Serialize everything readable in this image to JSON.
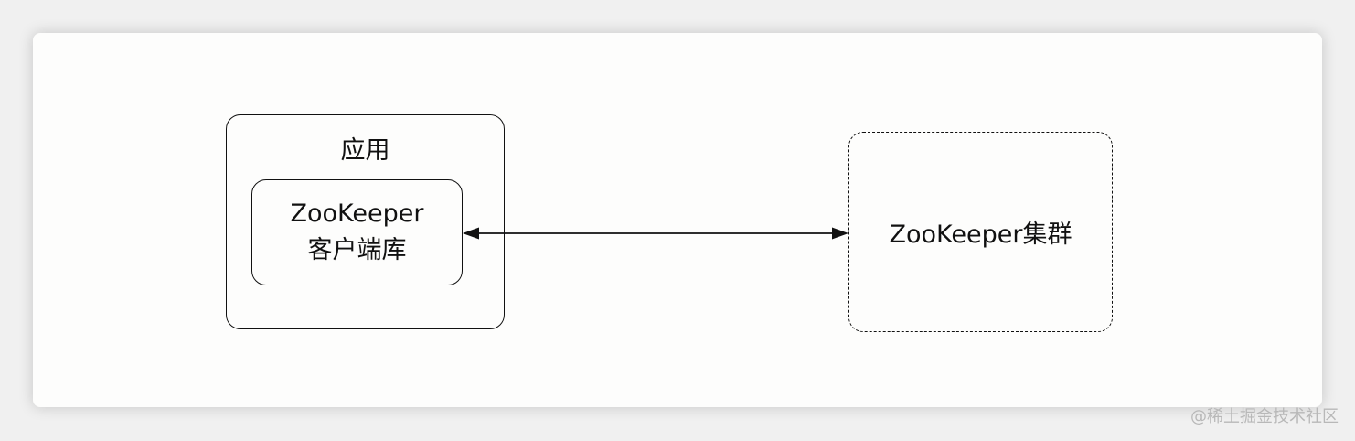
{
  "diagram": {
    "app_label": "应用",
    "client_line1": "ZooKeeper",
    "client_line2": "客户端库",
    "cluster_label": "ZooKeeper集群"
  },
  "watermark": "@稀土掘金技术社区",
  "colors": {
    "page_background": "#f0f0f0",
    "card_background": "#fdfdfc",
    "stroke": "#111111",
    "watermark": "#b8b8b8"
  }
}
